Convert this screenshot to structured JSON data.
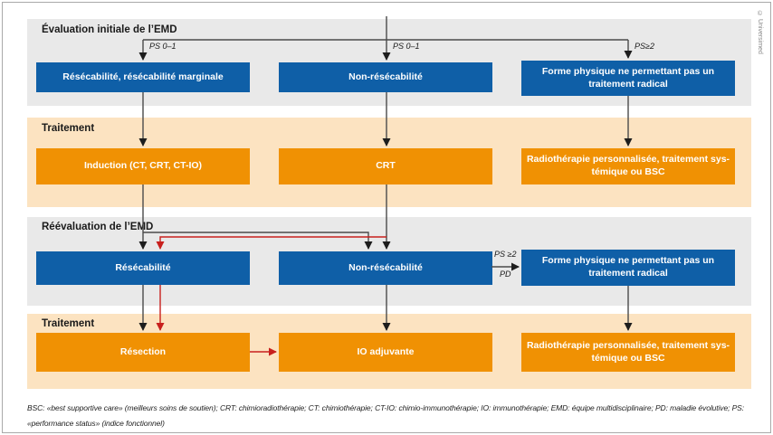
{
  "credit": "© Universimed",
  "colors": {
    "blue": "#0f5fa7",
    "orange": "#f09103",
    "band_gray": "#e9e9e9",
    "band_peach": "#fce3c1",
    "red": "#c8201d",
    "line_dark": "#4a4a4a",
    "text_dark": "#1a1a1a"
  },
  "bands": {
    "band1": {
      "label": "Évaluation initiale de l’EMD"
    },
    "band2": {
      "label": "Traitement"
    },
    "band3": {
      "label": "Réévaluation de l’EMD"
    },
    "band4": {
      "label": "Traitement"
    }
  },
  "boxes": {
    "r1c1": {
      "text": "Résécabilité, résécabilité marginale"
    },
    "r1c2": {
      "text": "Non-résécabilité"
    },
    "r1c3": {
      "lines": [
        "Forme physique ne permettant pas un",
        "traitement radical"
      ]
    },
    "r2c1": {
      "text": "Induction (CT, CRT, CT-IO)"
    },
    "r2c2": {
      "text": "CRT"
    },
    "r2c3": {
      "lines": [
        "Radiothérapie personnalisée, traitement sys-",
        "témique ou BSC"
      ]
    },
    "r3c1": {
      "text": "Résécabilité"
    },
    "r3c2": {
      "text": "Non-résécabilité"
    },
    "r3c3": {
      "lines": [
        "Forme physique ne permettant pas un",
        "traitement radical"
      ]
    },
    "r4c1": {
      "text": "Résection"
    },
    "r4c2": {
      "text": "IO adjuvante"
    },
    "r4c3": {
      "lines": [
        "Radiothérapie personnalisée, traitement sys-",
        "témique ou BSC"
      ]
    }
  },
  "edge_labels": {
    "col1_ps": "PS 0–1",
    "col2_ps": "PS 0–1",
    "col3_ps": "PS≥2",
    "progression_ps": "PS ≥2",
    "progression_pd": "PD"
  },
  "footnote": {
    "line1": "BSC: «best supportive care» (meilleurs soins de soutien); CRT: chimioradiothérapie; CT: chimiothérapie; CT-IO: chimio-immunothérapie; IO: immunothérapie; EMD: équipe multidisciplinaire; PD: maladie évolutive; PS:",
    "line2": "«performance status» (indice fonctionnel)"
  }
}
